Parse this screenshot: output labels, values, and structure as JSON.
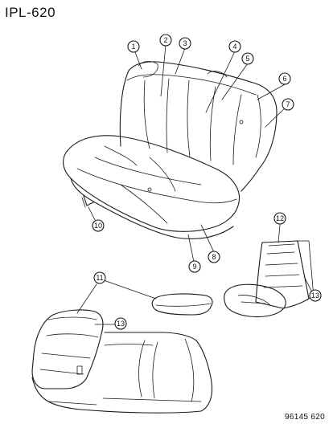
{
  "diagram": {
    "title": "IPL-620",
    "figure_code": "96145 620",
    "callouts": [
      "1",
      "2",
      "3",
      "4",
      "5",
      "6",
      "7",
      "8",
      "9",
      "10",
      "11",
      "12",
      "13",
      "13"
    ]
  }
}
